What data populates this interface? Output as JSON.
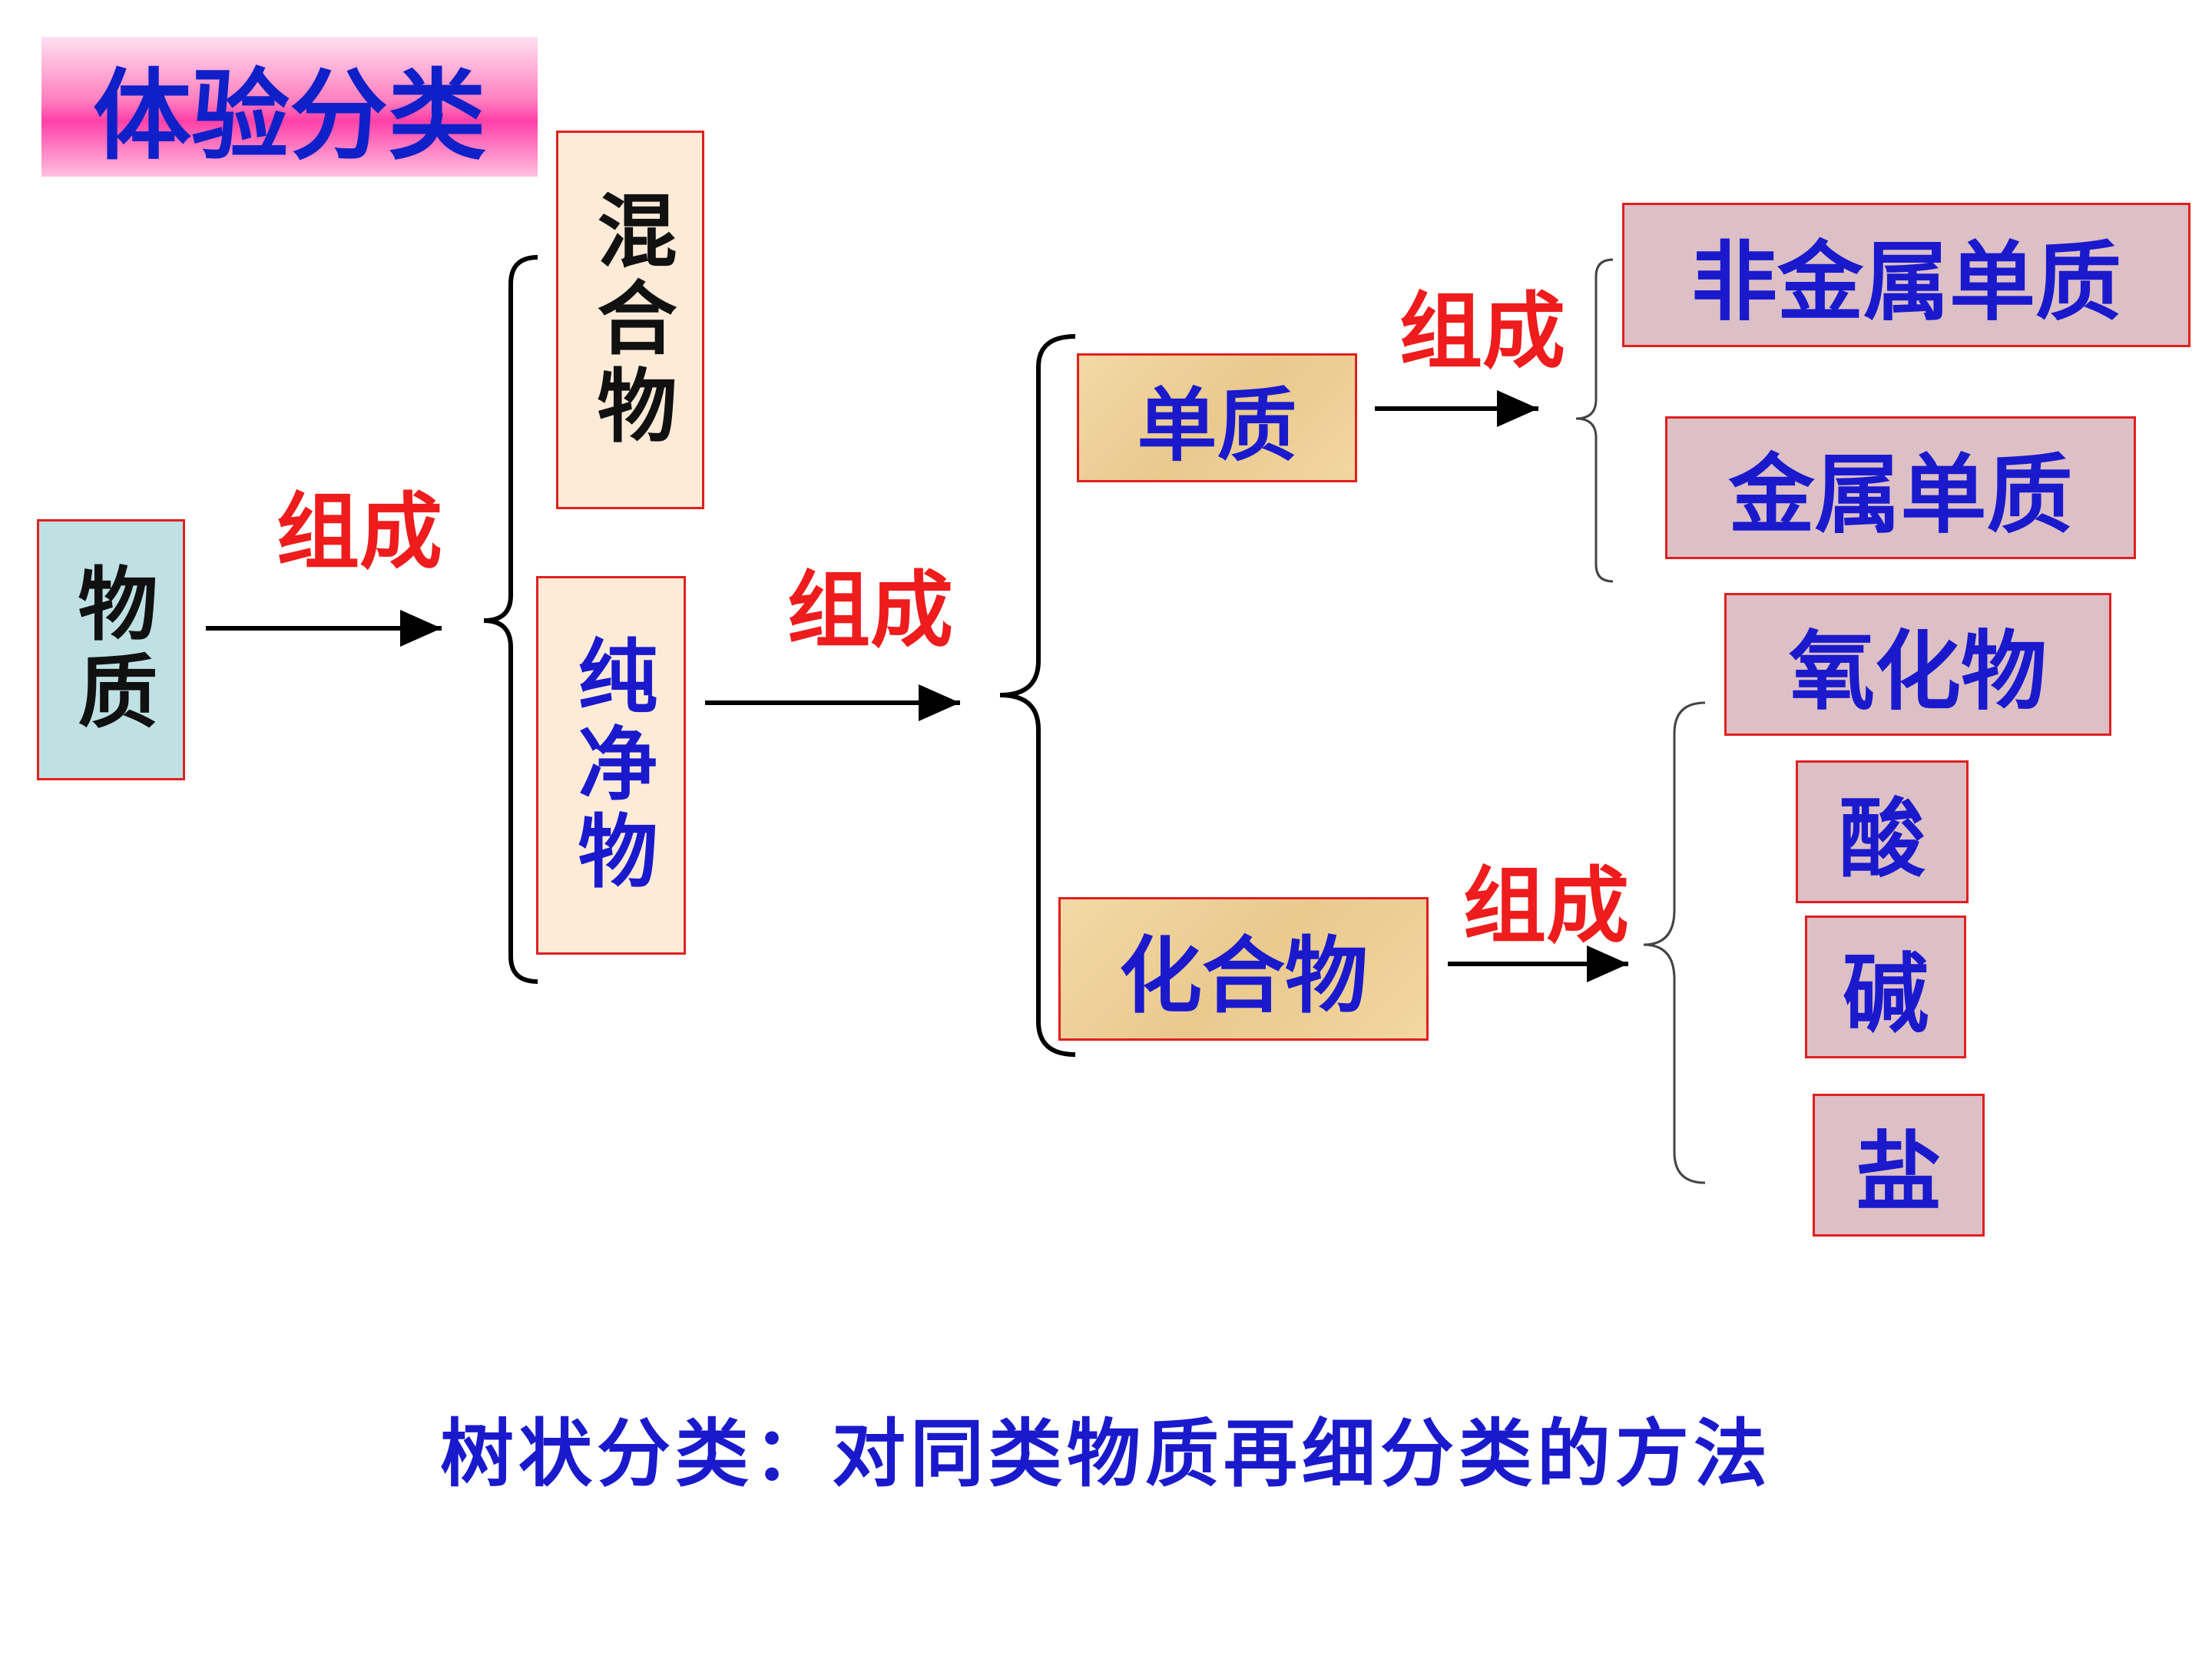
{
  "title": "体验分类",
  "nodes": {
    "substance": "物质",
    "mixture": "混合物",
    "pure": "纯净物",
    "element": "单质",
    "compound": "化合物",
    "nonmetal": "非金属单质",
    "metal": "金属单质",
    "oxide": "氧化物",
    "acid": "酸",
    "base": "碱",
    "salt": "盐"
  },
  "edges": {
    "label1": "组成",
    "label2": "组成",
    "label3": "组成",
    "label4": "组成"
  },
  "caption": "树状分类：对同类物质再细分类的方法",
  "colors": {
    "label_red": "#ee1c1c",
    "text_blue": "#1a1acc",
    "border_red": "#e02020"
  }
}
